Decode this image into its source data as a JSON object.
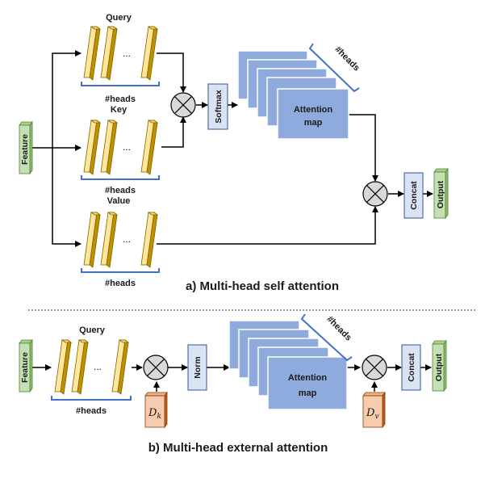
{
  "panel_a": {
    "caption": "a) Multi-head self attention",
    "feature_label": "Feature",
    "query_label": "Query",
    "key_label": "Key",
    "value_label": "Value",
    "heads_label": "#heads",
    "ellipsis": "...",
    "softmax_label": "Softmax",
    "attention_map_label_1": "Attention",
    "attention_map_label_2": "map",
    "stack_heads_label": "#heads",
    "concat_label": "Concat",
    "output_label": "Output"
  },
  "panel_b": {
    "caption": "b) Multi-head external attention",
    "feature_label": "Feature",
    "query_label": "Query",
    "heads_label": "#heads",
    "ellipsis": "...",
    "norm_label": "Norm",
    "attention_map_label_1": "Attention",
    "attention_map_label_2": "map",
    "stack_heads_label": "#heads",
    "concat_label": "Concat",
    "output_label": "Output",
    "dk_symbol": "D",
    "dk_subscript": "k",
    "dv_symbol": "D",
    "dv_subscript": "v"
  },
  "colors": {
    "feature_fill": "#c5e0b3",
    "feature_top": "#a9d18e",
    "feature_side": "#8fbc6f",
    "bar_fill": "#ffe699",
    "bar_top": "#ffd966",
    "bar_side": "#bf9000",
    "bracket": "#4472c4",
    "box_fill": "#dae3f3",
    "box_stroke": "#2f5597",
    "attention_fill": "#8faadc",
    "attention_stroke": "#ffffff",
    "memory_fill": "#f8cbad",
    "memory_top": "#f4b183",
    "memory_side": "#c55a11",
    "op_fill": "#d9d9d9",
    "line": "#000000"
  }
}
